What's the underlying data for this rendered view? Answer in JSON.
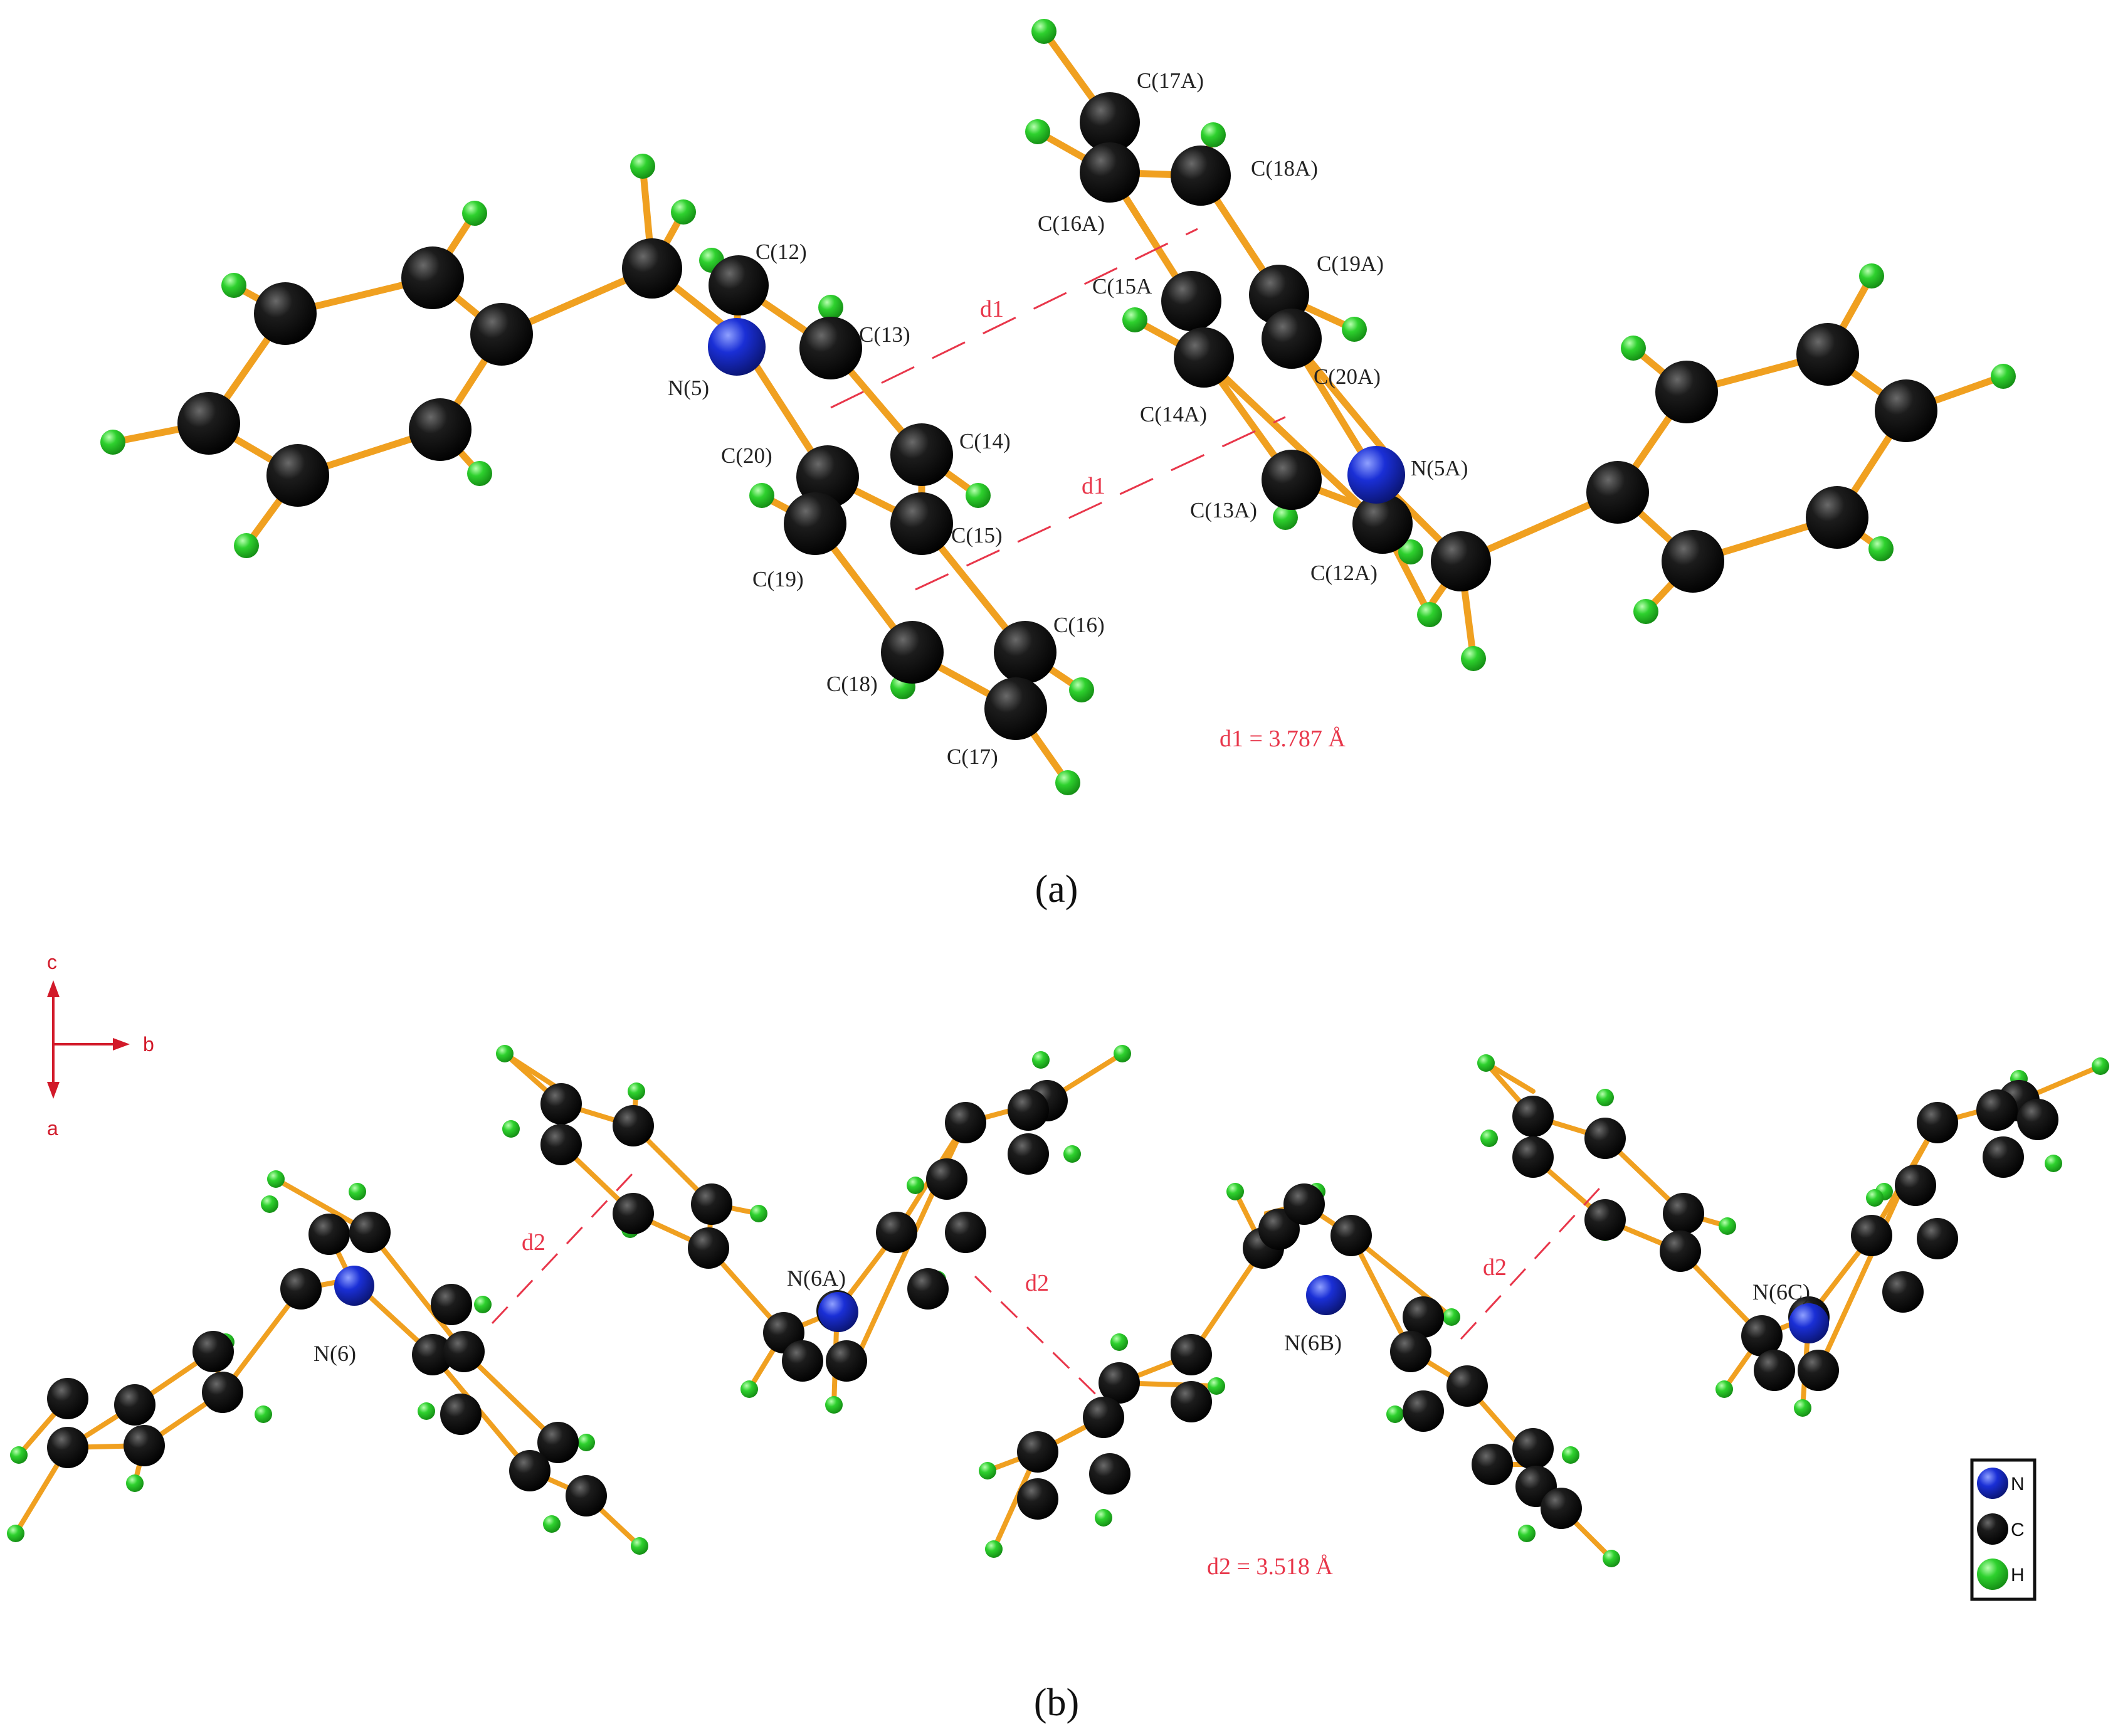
{
  "panel_a": {
    "caption": "(a)",
    "distance_label": "d1",
    "distance_note": "d1 = 3.787 Å",
    "atoms": {
      "C12": "C(12)",
      "C13": "C(13)",
      "N5": "N(5)",
      "C14": "C(14)",
      "C20": "C(20)",
      "C15": "C(15)",
      "C19": "C(19)",
      "C16": "C(16)",
      "C18": "C(18)",
      "C17": "C(17)",
      "C17A": "C(17A)",
      "C18A": "C(18A)",
      "C16A": "C(16A)",
      "C19A": "C(19A)",
      "C15A": "C(15A",
      "C20A": "C(20A)",
      "C14A": "C(14A)",
      "N5A": "N(5A)",
      "C13A": "C(13A)",
      "C12A": "C(12A)"
    }
  },
  "panel_b": {
    "caption": "(b)",
    "distance_label": "d2",
    "distance_note": "d2 = 3.518 Å",
    "atoms": {
      "N6": "N(6)",
      "N6A": "N(6A)",
      "N6B": "N(6B)",
      "N6C": "N(6C)"
    },
    "axes": {
      "c": "c",
      "b": "b",
      "a": "a"
    }
  },
  "legend": {
    "N": "N",
    "C": "C",
    "H": "H"
  },
  "colors": {
    "carbon": "#111111",
    "nitrogen": "#1a2fd6",
    "hydrogen": "#2ed12e",
    "bond": "#f0a020",
    "contact": "#e8364a",
    "text": "#222222"
  }
}
